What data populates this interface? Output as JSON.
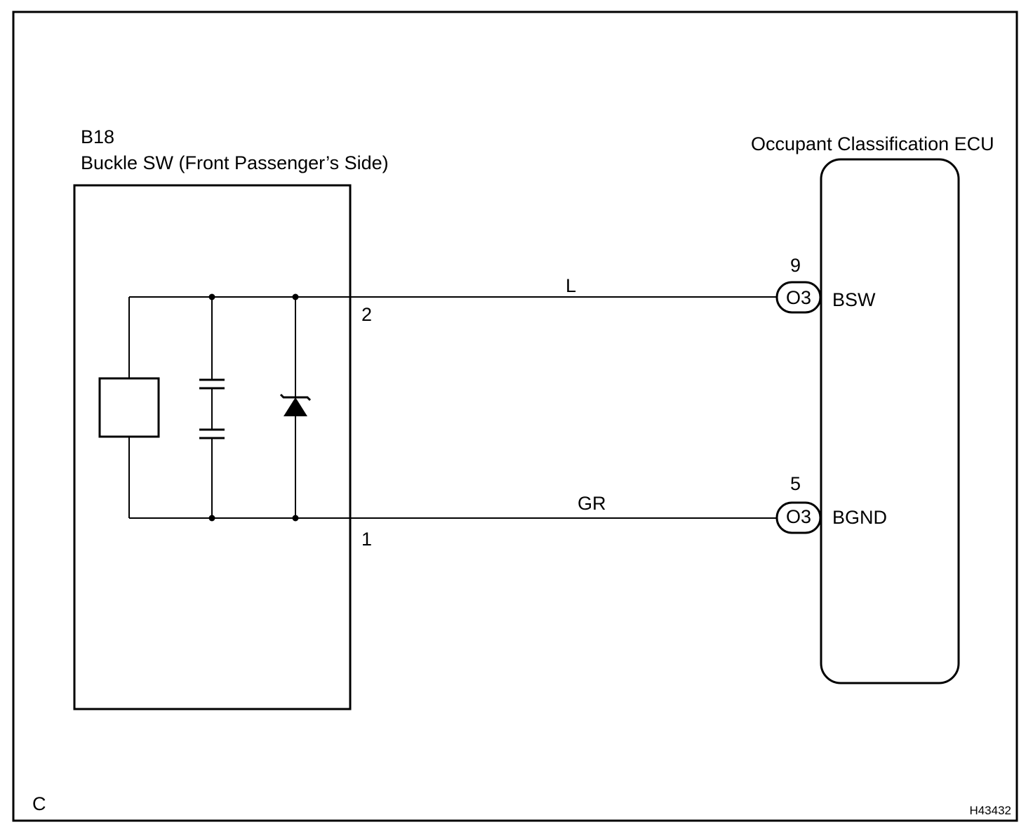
{
  "left_component": {
    "code": "B18",
    "name": "Buckle SW (Front Passenger’s Side)",
    "pin_top": "2",
    "pin_bottom": "1"
  },
  "right_component": {
    "name": "Occupant Classification ECU",
    "pins": [
      {
        "number": "9",
        "connector": "O3",
        "signal": "BSW"
      },
      {
        "number": "5",
        "connector": "O3",
        "signal": "BGND"
      }
    ]
  },
  "wires": [
    {
      "color_code": "L"
    },
    {
      "color_code": "GR"
    }
  ],
  "footer": {
    "corner_letter": "C",
    "figure_id": "H43432"
  }
}
